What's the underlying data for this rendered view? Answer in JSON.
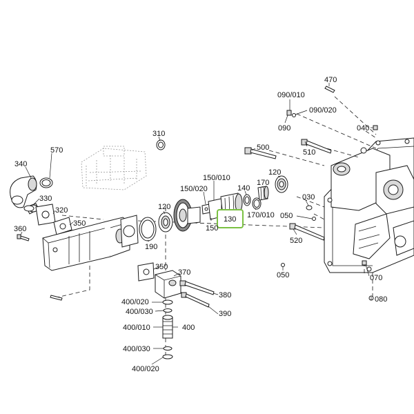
{
  "highlight": {
    "label": "130",
    "color": "#7ac142"
  },
  "labels": {
    "p470": "470",
    "p090_010": "090/010",
    "p090_020": "090/020",
    "p090": "090",
    "p040": "040",
    "p510": "510",
    "p500": "500",
    "p310": "310",
    "p570": "570",
    "p340": "340",
    "p330": "330",
    "p320": "320",
    "p350a": "350",
    "p360": "360",
    "p190": "190",
    "p120a": "120",
    "p150_020": "150/020",
    "p150_010": "150/010",
    "p150": "150",
    "p140": "140",
    "p170": "170",
    "p170_010": "170/010",
    "p120b": "120",
    "p030": "030",
    "p050a": "050",
    "p520": "520",
    "p050b": "050",
    "p070": "070",
    "p080": "080",
    "p350b": "350",
    "p370": "370",
    "p380": "380",
    "p390": "390",
    "p400_020a": "400/020",
    "p400_030a": "400/030",
    "p400_010": "400/010",
    "p400": "400",
    "p400_030b": "400/030",
    "p400_020b": "400/020"
  }
}
